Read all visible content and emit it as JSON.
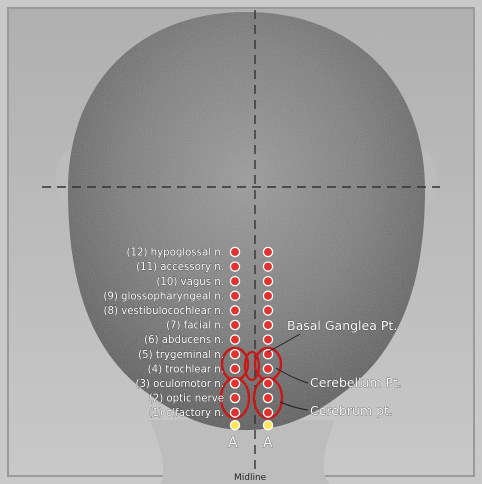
{
  "nerve_labels": [
    "(12) hypoglossal n.",
    "(11) accessory n.",
    "(10) vagus n.",
    "(9) glossopharyngeal n.",
    "(8) vestibulocochlear n.",
    "(7) facial n.",
    "(6) abducens n.",
    "(5) trygeminal n.",
    "(4) trochlear n.",
    "(3) oculomotor n.",
    "(2) optic nerve",
    "(1) olfactory n."
  ],
  "callouts": {
    "basal": "Basal Ganglea Pt.",
    "cerebellum": "Cerebellum Pt.",
    "cerebrum": "Cerebrum pt."
  },
  "column_marker_left": "A",
  "column_marker_right": "A",
  "midline_label": "Midline",
  "colors": {
    "point_red": "#e0332f",
    "point_yellow": "#ffe65a",
    "outline": "#d01c1c",
    "guide_line": "#333333"
  }
}
